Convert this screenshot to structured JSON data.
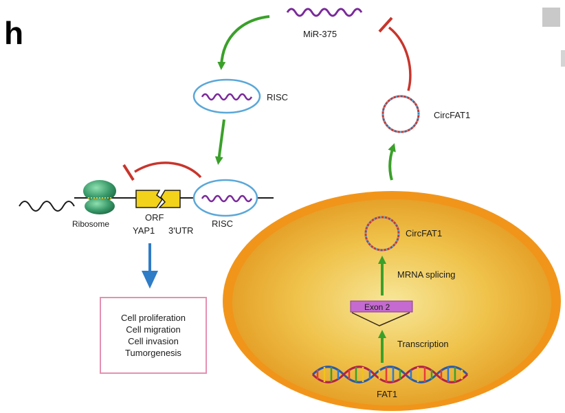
{
  "panel_label": "h",
  "labels": {
    "mir": "MiR-375",
    "risc_top": "RISC",
    "risc_bottom": "RISC",
    "circ_outside": "CircFAT1",
    "circ_inside": "CircFAT1",
    "ribosome": "Ribosome",
    "orf": "ORF",
    "yap1": "YAP1",
    "utr": "3'UTR",
    "mrna_splicing": "MRNA splicing",
    "exon": "Exon 2",
    "transcription": "Transcription",
    "fat1": "FAT1"
  },
  "outcomes": [
    "Cell proliferation",
    "Cell migration",
    "Cell invasion",
    "Tumorgenesis"
  ],
  "colors": {
    "activation_arrow": "#3aa02a",
    "inhibition": "#c8352c",
    "outcome_arrow": "#2f7cc7",
    "mirna": "#7a2a9a",
    "risc_outline": "#5aa7d8",
    "orf_box": "#f2d21a",
    "ribosome": "#3a9a6a",
    "nucleus_outer": "#f39a1c",
    "nucleus_inner": "#e8b23a",
    "exon_box": "#c46ad0",
    "outcome_box_border": "#e58fb0"
  }
}
